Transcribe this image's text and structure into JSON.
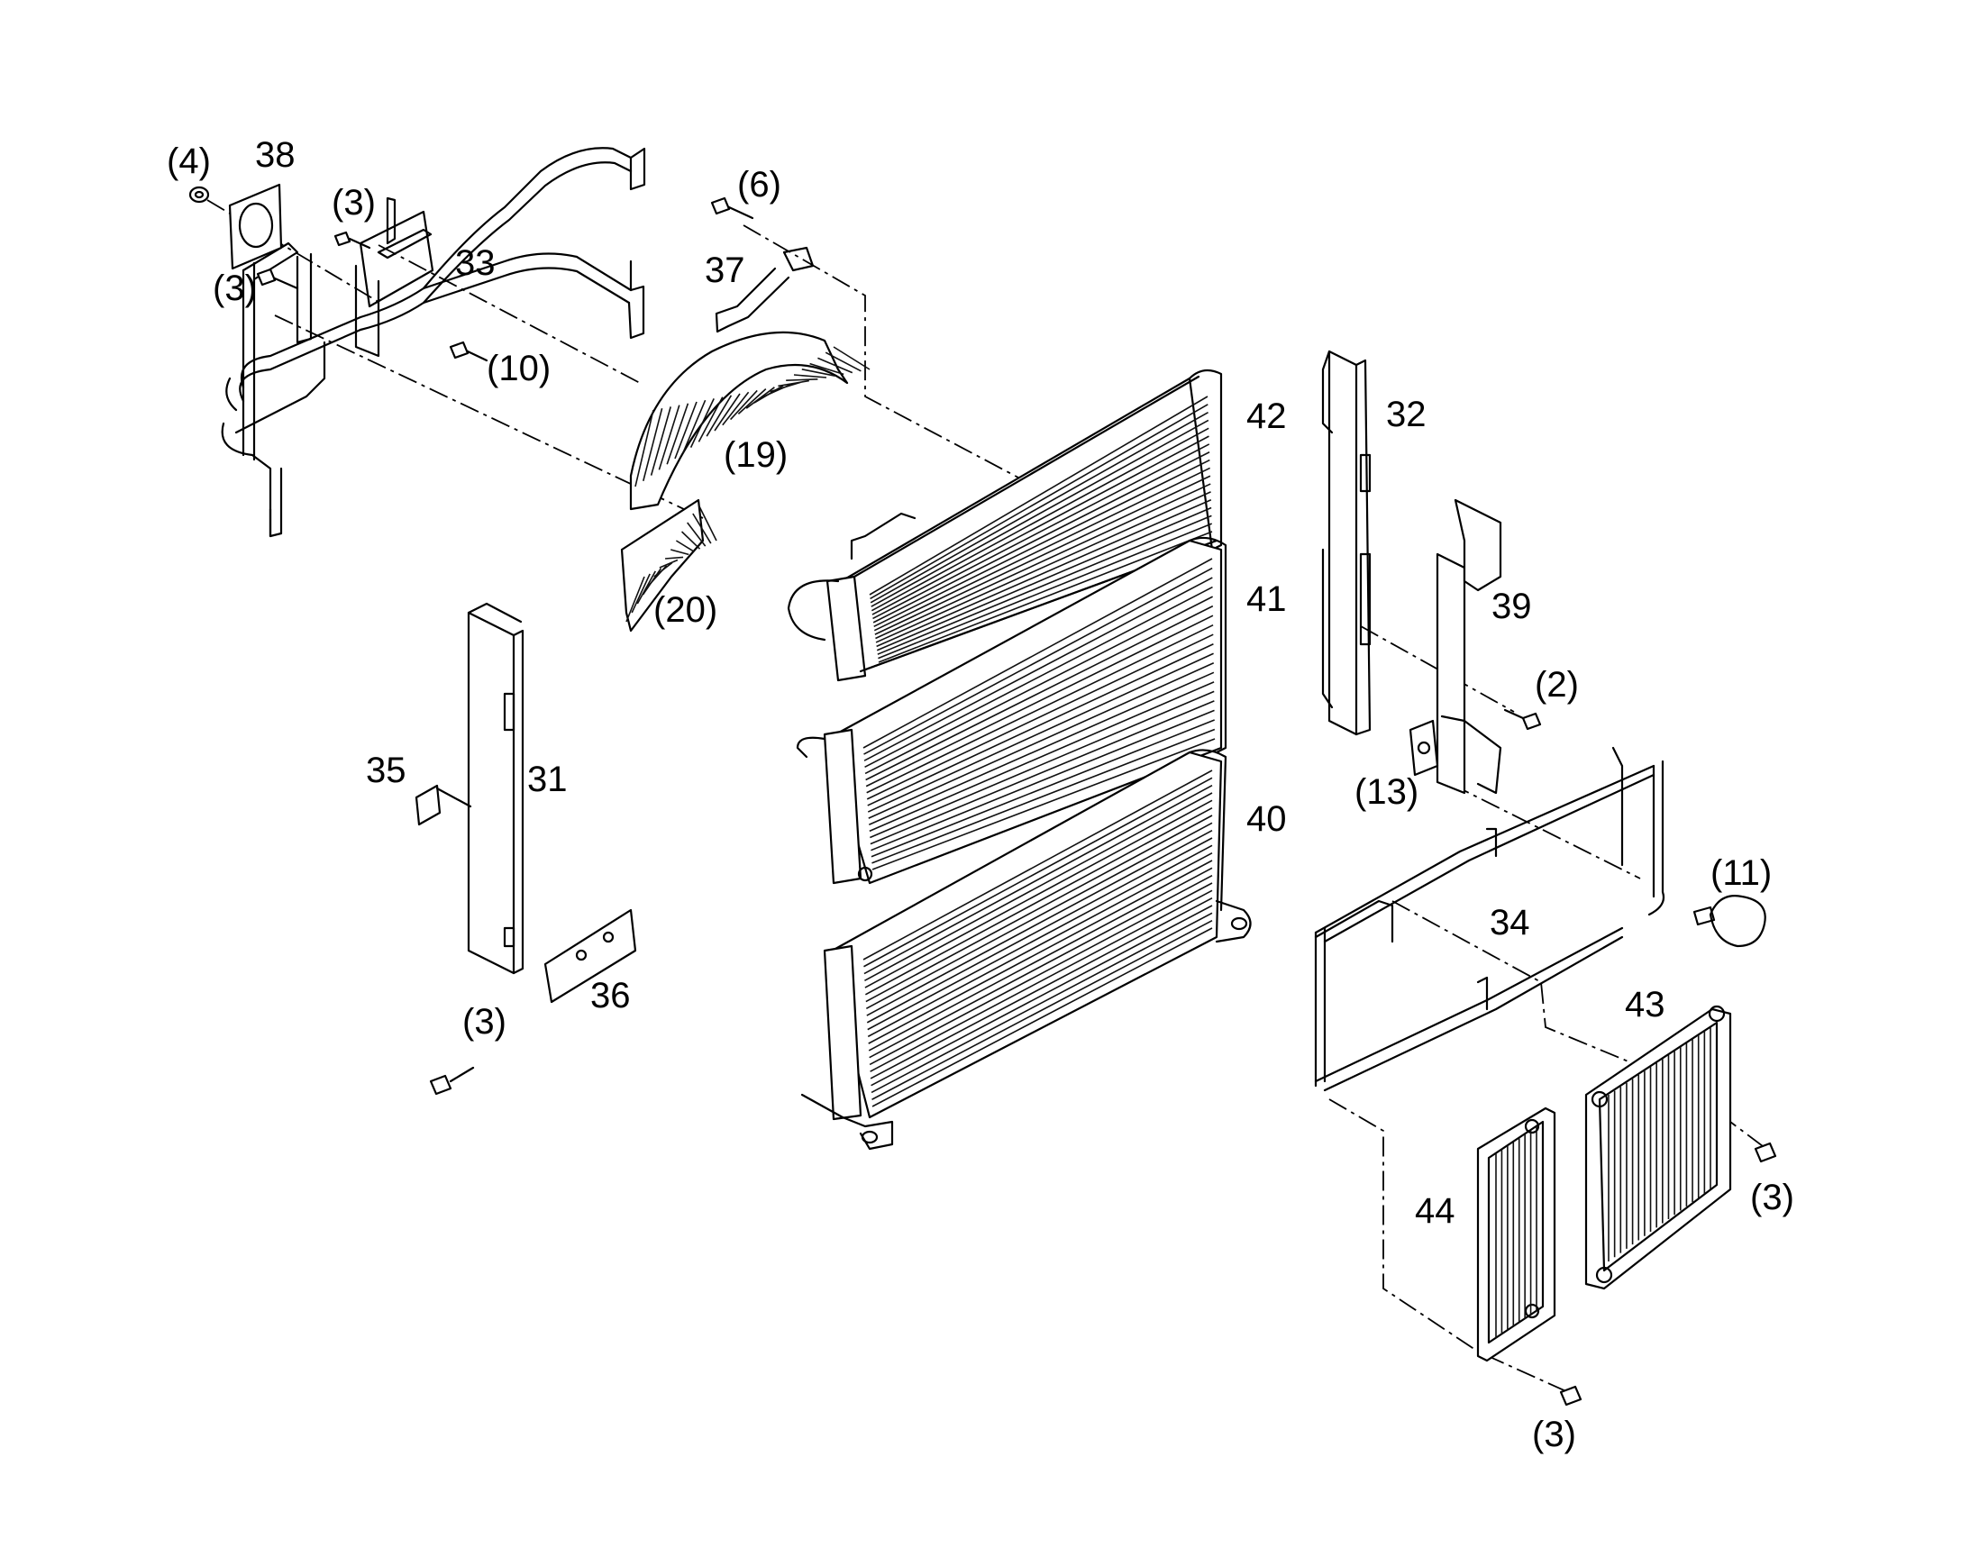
{
  "colors": {
    "line": "#000000",
    "background": "#ffffff",
    "fin_fill": "#111111"
  },
  "callouts": {
    "c4": "(4)",
    "c38": "38",
    "c3a": "(3)",
    "c33": "33",
    "c3b": "(3)",
    "c10": "(10)",
    "c6": "(6)",
    "c37": "37",
    "c19": "(19)",
    "c20": "(20)",
    "c42": "42",
    "c41": "41",
    "c40": "40",
    "c32": "32",
    "c39": "39",
    "c2": "(2)",
    "c13": "(13)",
    "c11": "(11)",
    "c34": "34",
    "c43": "43",
    "c3e": "(3)",
    "c44": "44",
    "c3f": "(3)",
    "c35": "35",
    "c31": "31",
    "c36": "36",
    "c3d": "(3)"
  }
}
